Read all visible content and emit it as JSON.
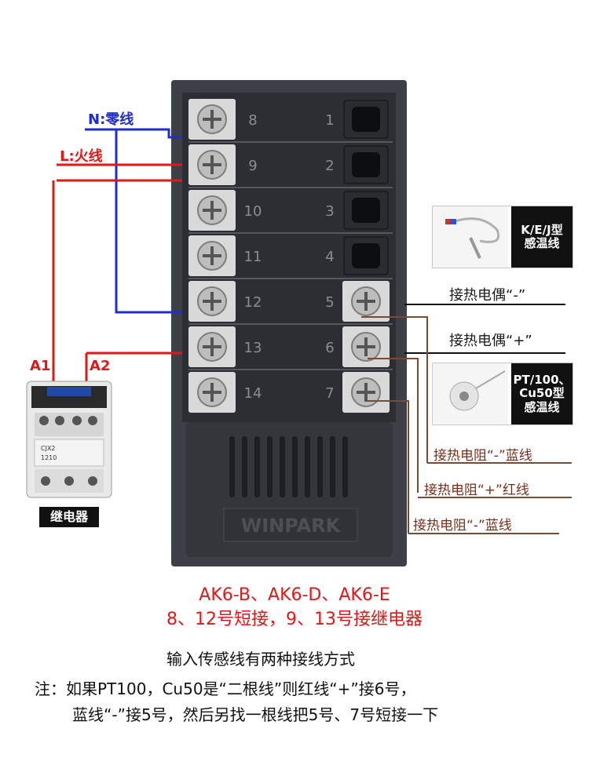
{
  "wire_labels": {
    "neutral": "N:零线",
    "live": "L:火线",
    "relay_a1": "A1",
    "relay_a2": "A2"
  },
  "terminals": {
    "left": [
      "8",
      "9",
      "10",
      "11",
      "12",
      "13",
      "14"
    ],
    "right": [
      "1",
      "2",
      "3",
      "4",
      "5",
      "6",
      "7"
    ]
  },
  "sensors": {
    "thermocouple_tag": [
      "K/E/J型",
      "感温线"
    ],
    "rtd_tag": [
      "PT/100、",
      "Cu50型",
      "感温线"
    ]
  },
  "connection_labels": {
    "tc_minus": "接热电偶“-”",
    "tc_plus": "接热电偶“+”",
    "rtd_minus_1": "接热电阻“-”蓝线",
    "rtd_plus": "接热电阻“+”红线",
    "rtd_minus_2": "接热电阻“-”蓝线"
  },
  "relay": {
    "tag": "继电器",
    "body_text": [
      "CJX2",
      "1210"
    ]
  },
  "device_brand": "WINPARK",
  "models": {
    "line1": "AK6-B、AK6-D、AK6-E",
    "line2": "8、12号短接，9、13号接继电器"
  },
  "notes": {
    "heading": "输入传感线有两种接线方式",
    "line1": "注：如果PT100，Cu50是“二根线”则红线“+”接6号，",
    "line2": "蓝线“-”接5号，然后另找一根线把5号、7号短接一下"
  },
  "colors": {
    "neutral_wire": "#1f2dd0",
    "live_wire": "#e01818",
    "sensor_wire": "#111111",
    "rtd_wire": "#7a4a35",
    "device_body": "#3d4147"
  }
}
